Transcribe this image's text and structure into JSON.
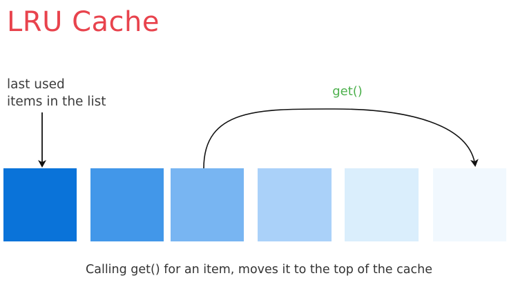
{
  "title": "LRU Cache",
  "annotation": {
    "line1": "last used",
    "line2": "items in the list"
  },
  "arc_label": "get()",
  "caption": "Calling get() for an item, moves it to the top of the cache",
  "cells": [
    {
      "color": "#0a73d9"
    },
    {
      "color": "#4297e9"
    },
    {
      "color": "#78b5f2"
    },
    {
      "color": "#aad1f9"
    },
    {
      "color": "#daeefc"
    },
    {
      "color": "#f1f8fe"
    }
  ],
  "colors": {
    "title": "#e8434d",
    "arc_label": "#4cb04c",
    "arrow": "#111111"
  }
}
